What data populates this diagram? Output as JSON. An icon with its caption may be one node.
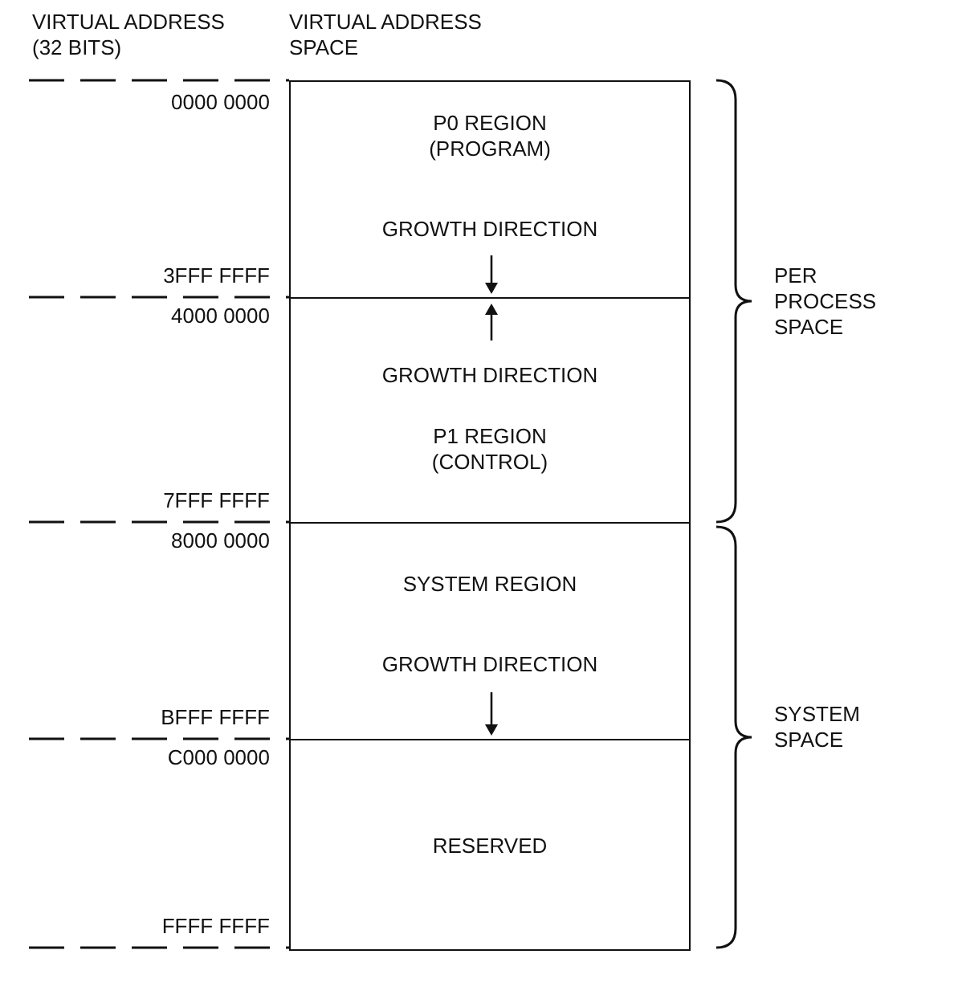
{
  "diagram": {
    "nodes": [
      {
        "text": [
          "P0 REGION (PROGRAM)",
          "GROWTH DIRECTION"
        ]
      },
      {
        "text": [
          "GROWTH DIRECTION",
          "P1 REGION (CONTROL)"
        ]
      },
      {
        "text": [
          "SYSTEM REGION",
          "GROWTH DIRECTION"
        ]
      },
      {
        "text": [
          "RESERVED"
        ]
      }
    ],
    "labels": [
      "VIRTUAL ADDRESS (32 BITS)",
      "VIRTUAL ADDRESS SPACE",
      "0000 0000",
      "3FFF FFFF",
      "4000 0000",
      "7FFF FFFF",
      "8000 0000",
      "BFFF FFFF",
      "C000 0000",
      "FFFF FFFF",
      "PER PROCESS SPACE",
      "SYSTEM SPACE"
    ]
  }
}
